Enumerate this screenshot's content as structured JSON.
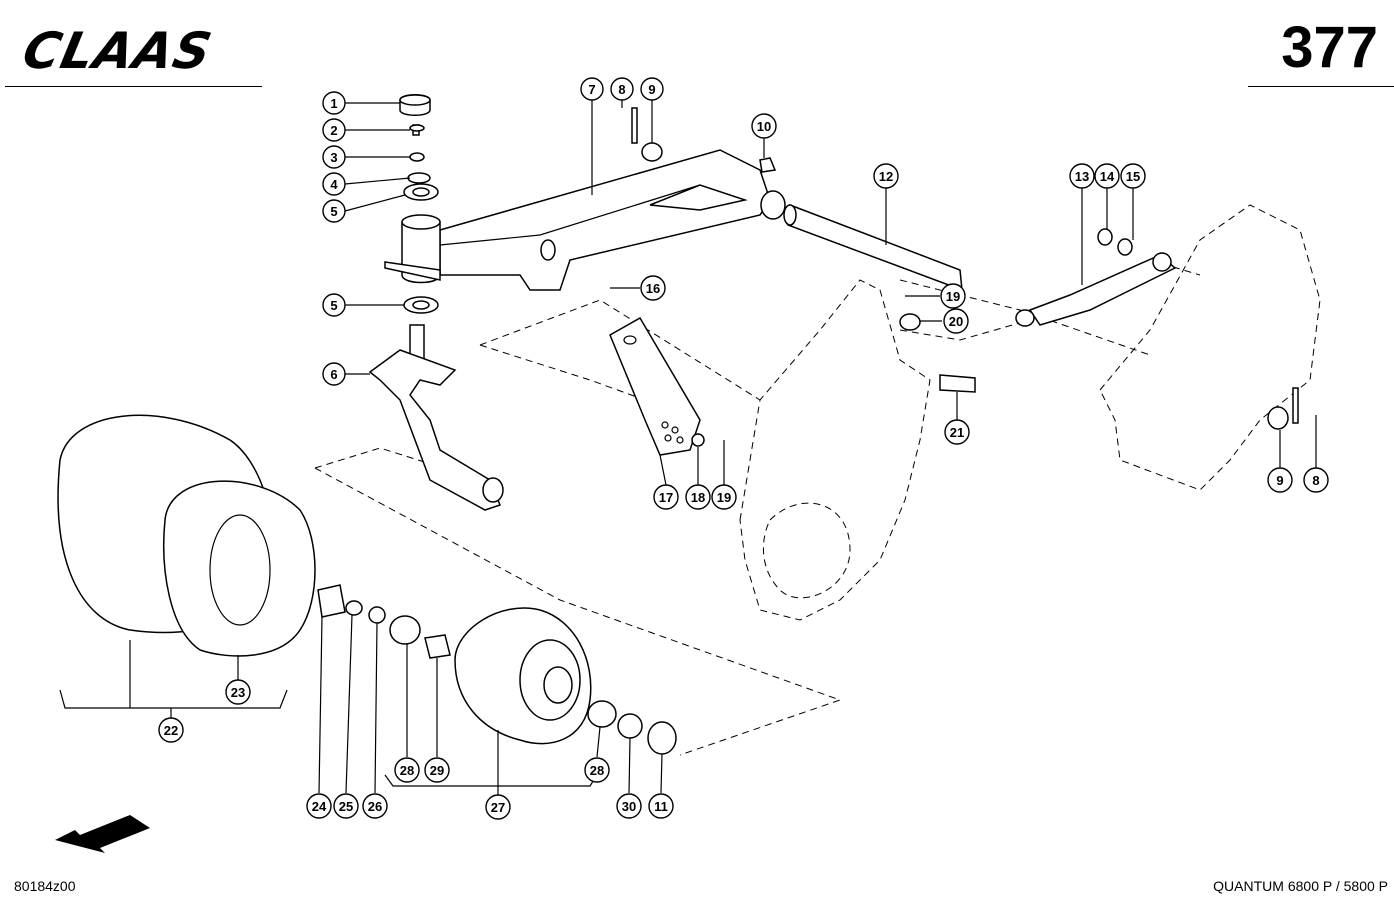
{
  "header": {
    "brand_logo": "CLAAS",
    "page_number": "377"
  },
  "footer": {
    "drawing_code": "80184z00",
    "model": "QUANTUM 6800 P / 5800 P"
  },
  "callouts": [
    "1",
    "2",
    "3",
    "4",
    "5",
    "5",
    "6",
    "7",
    "8",
    "9",
    "10",
    "12",
    "13",
    "14",
    "15",
    "16",
    "19",
    "20",
    "21",
    "9",
    "8",
    "17",
    "18",
    "19",
    "22",
    "23",
    "24",
    "25",
    "26",
    "28",
    "29",
    "27",
    "28",
    "30",
    "11"
  ],
  "icons": {
    "direction_arrow": "arrow-down-left-icon"
  }
}
